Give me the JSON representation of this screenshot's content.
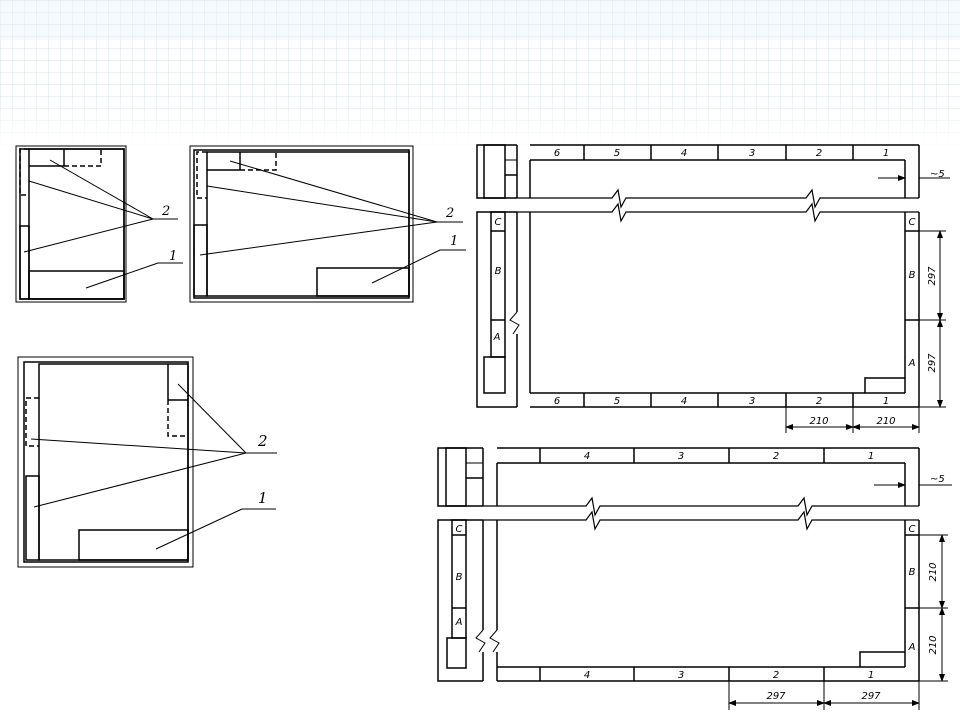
{
  "diagrams": {
    "small_vertical": {
      "callouts": [
        "2",
        "1"
      ]
    },
    "small_horizontal": {
      "callouts": [
        "2",
        "1"
      ]
    },
    "large_vertical": {
      "callouts": [
        "2",
        "1"
      ]
    }
  },
  "zone_sheet_top": {
    "columns": [
      "6",
      "5",
      "4",
      "3",
      "2",
      "1"
    ],
    "rows": [
      "C",
      "B",
      "A"
    ],
    "margin_label": "~5",
    "dims_vertical": [
      "297",
      "297"
    ],
    "dims_horizontal": [
      "210",
      "210"
    ]
  },
  "zone_sheet_bottom": {
    "columns": [
      "4",
      "3",
      "2",
      "1"
    ],
    "rows": [
      "C",
      "B",
      "A"
    ],
    "margin_label": "~5",
    "dims_vertical": [
      "210",
      "210"
    ],
    "dims_horizontal": [
      "297",
      "297"
    ]
  },
  "colors": {
    "grid_line": "#cfe3ee",
    "ink": "#000000"
  }
}
